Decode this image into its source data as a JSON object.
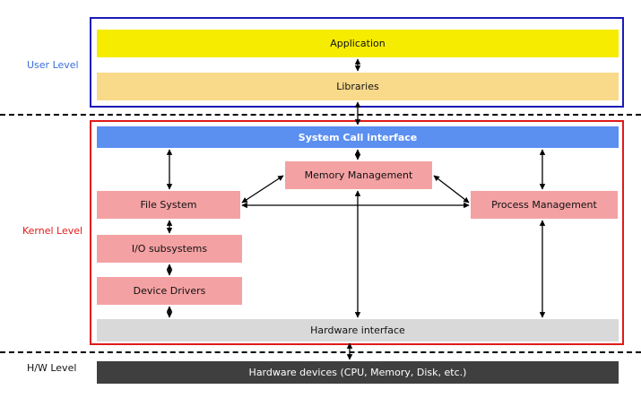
{
  "levels": {
    "user": "User Level",
    "kernel": "Kernel Level",
    "hw": "H/W Level"
  },
  "user_level": {
    "application": "Application",
    "libraries": "Libraries"
  },
  "kernel_level": {
    "syscall": "System Call interface",
    "memory": "Memory Management",
    "filesystem": "File System",
    "process": "Process Management",
    "io": "I/O subsystems",
    "drivers": "Device Drivers",
    "hw_interface": "Hardware interface"
  },
  "hardware": {
    "devices": "Hardware devices (CPU, Memory, Disk, etc.)"
  },
  "colors": {
    "user_border": "#1a1ab8",
    "kernel_border": "#e01a1a",
    "application": "#f5ec00",
    "libraries": "#f9d98a",
    "syscall": "#5b8ff0",
    "kernel_box": "#f4a1a3",
    "hw_interface": "#d9d9d9",
    "hw_devices": "#3f3f3f",
    "user_label": "#3a6fd8",
    "kernel_label": "#e01a1a"
  }
}
